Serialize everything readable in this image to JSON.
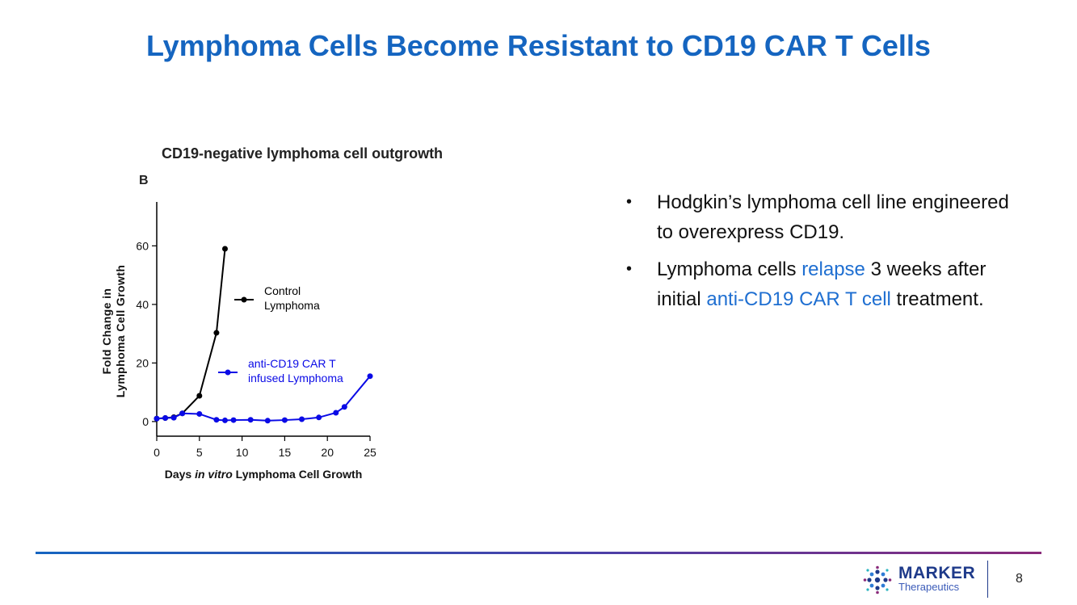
{
  "slide": {
    "title": "Lymphoma Cells Become Resistant to CD19 CAR T Cells",
    "page_number": "8"
  },
  "panel_label": "B",
  "bullets": [
    {
      "text": "Hodgkin’s lymphoma cell line engineered to overexpress CD19."
    },
    {
      "part1": "Lymphoma cells ",
      "highlight1": "relapse",
      "part2": " 3 weeks after initial ",
      "highlight2": "anti-CD19 CAR T cell",
      "part3": " treatment."
    }
  ],
  "bullet_symbol": "•",
  "logo": {
    "name": "MARKER",
    "sub": "Therapeutics"
  },
  "colors": {
    "title": "#1565c0",
    "highlight": "#1f6fd1",
    "control_series": "#000000",
    "car_t_series": "#0a0ae6",
    "footer_gradient": [
      "#1565c0",
      "#8a2a7a"
    ]
  },
  "chart_data": {
    "type": "line",
    "title": "CD19-negative lymphoma cell outgrowth",
    "xlabel": {
      "prefix": "Days ",
      "italic": "in vitro",
      "suffix": " Lymphoma Cell Growth"
    },
    "ylabel": [
      "Fold Change in",
      "Lymphoma Cell Growth"
    ],
    "xlim": [
      0,
      25
    ],
    "ylim": [
      -5,
      75
    ],
    "xticks": [
      0,
      5,
      10,
      15,
      20,
      25
    ],
    "yticks": [
      0,
      20,
      40,
      60
    ],
    "grid": false,
    "series": [
      {
        "name": [
          "Control",
          "Lymphoma"
        ],
        "color": "#000000",
        "x": [
          0,
          1,
          2,
          3,
          5,
          7,
          8
        ],
        "y": [
          1,
          1.2,
          1.5,
          2.8,
          8.8,
          30.3,
          59
        ]
      },
      {
        "name": [
          "anti-CD19 CAR T",
          "infused Lymphoma"
        ],
        "color": "#0a0ae6",
        "x": [
          0,
          1,
          2,
          3,
          5,
          7,
          8,
          9,
          11,
          13,
          15,
          17,
          19,
          21,
          22,
          25
        ],
        "y": [
          1,
          1.2,
          1.3,
          2.8,
          2.6,
          0.6,
          0.4,
          0.5,
          0.6,
          0.3,
          0.5,
          0.8,
          1.4,
          3,
          5,
          15.5
        ]
      }
    ]
  }
}
